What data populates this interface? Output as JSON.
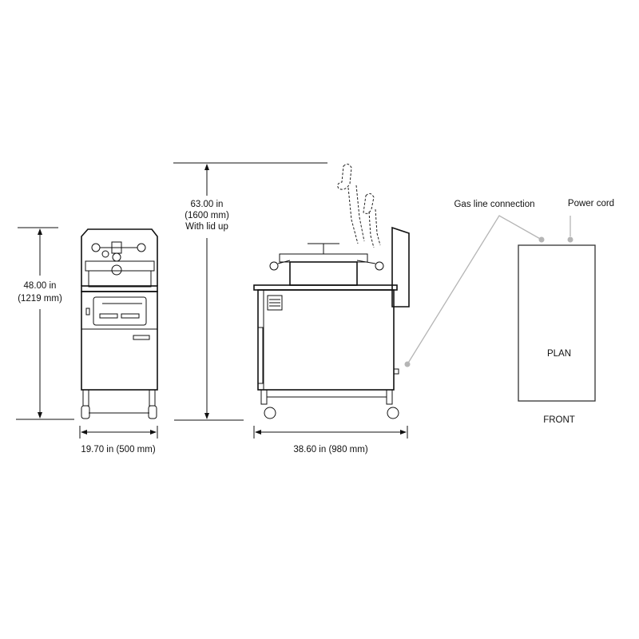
{
  "front_view": {
    "height_label": "48.00 in",
    "height_label_mm": "(1219 mm)",
    "width_label": "19.70 in (500 mm)"
  },
  "side_view": {
    "height_label": "63.00 in",
    "height_label_mm": "(1600 mm)",
    "height_note": "With lid up",
    "depth_label": "38.60 in (980 mm)"
  },
  "plan_view": {
    "gas_label": "Gas line connection",
    "power_label": "Power cord",
    "plan_label": "PLAN",
    "front_label": "FRONT"
  },
  "colors": {
    "line": "#111111",
    "callout": "#b5b5b5"
  }
}
